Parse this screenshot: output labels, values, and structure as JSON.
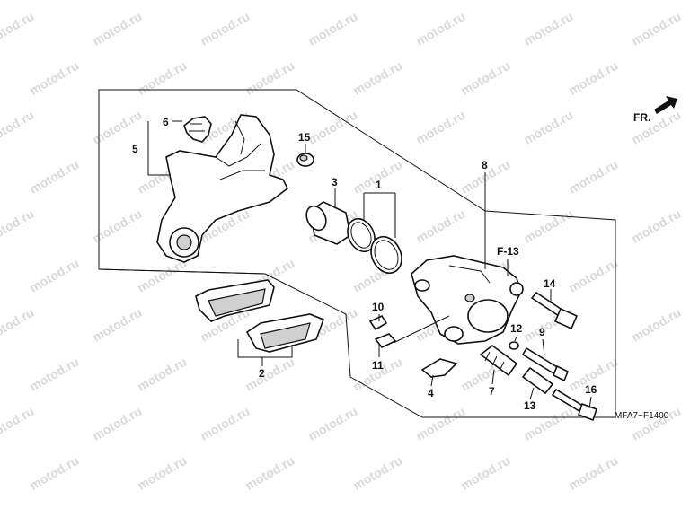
{
  "watermark": "motod.ru",
  "direction_label": "FR.",
  "diagram_code": "MFA7~F1400",
  "ref_label": "F-13",
  "callouts": {
    "c1": "1",
    "c2": "2",
    "c3": "3",
    "c4": "4",
    "c5": "5",
    "c6": "6",
    "c7": "7",
    "c8": "8",
    "c9": "9",
    "c10": "10",
    "c11": "11",
    "c12": "12",
    "c13": "13",
    "c14": "14",
    "c15": "15",
    "c16": "16"
  },
  "colors": {
    "line": "#111111",
    "watermark": "#d9d9d9",
    "shade": "#d0d0d0"
  }
}
